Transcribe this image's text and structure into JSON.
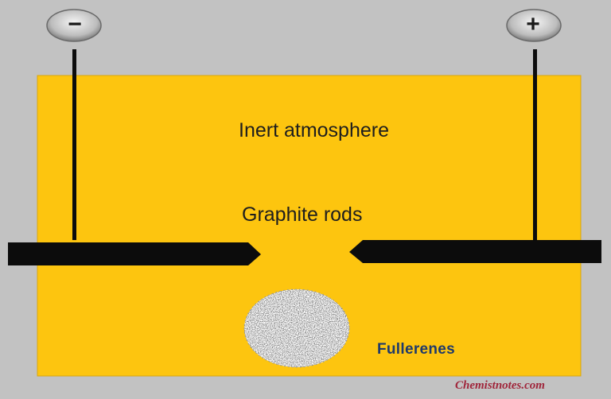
{
  "labels": {
    "atmosphere": "Inert atmosphere",
    "rods": "Graphite rods",
    "fullerenes": "Fullerenes"
  },
  "terminals": {
    "negative": "−",
    "positive": "+"
  },
  "watermark": "Chemistnotes.com",
  "colors": {
    "background": "#c2c2c2",
    "chamber": "#fdc50f",
    "rod": "#0c0c0c",
    "fullerenes_label": "#1f3a6b",
    "watermark": "#a0263b"
  }
}
